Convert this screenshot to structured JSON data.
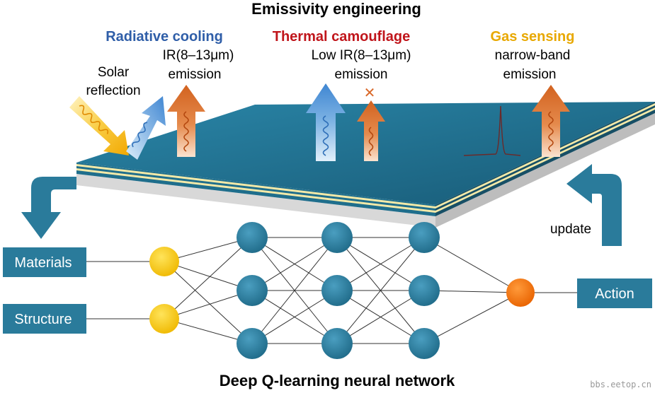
{
  "title": "Emissivity engineering",
  "applications": [
    {
      "heading": "Radiative cooling",
      "color": "#2f5ea8",
      "lines": [
        "IR(8–13μm)",
        "emission"
      ],
      "sub": [
        "Solar",
        "reflection"
      ]
    },
    {
      "heading": "Thermal camouflage",
      "color": "#c0151b",
      "lines": [
        "Low IR(8–13μm)",
        "emission"
      ],
      "mark": "✕"
    },
    {
      "heading": "Gas sensing",
      "color": "#e8a800",
      "lines": [
        "narrow-band",
        "emission"
      ]
    }
  ],
  "inputs": [
    "Materials",
    "Structure"
  ],
  "output": "Action",
  "update_label": "update",
  "network_title": "Deep Q-learning neural network",
  "network": {
    "input_nodes": 2,
    "hidden_layers": 3,
    "hidden_nodes": 3,
    "output_nodes": 1
  },
  "colors": {
    "panel_top": "#1f6e8c",
    "box_fill": "#2a7b9b",
    "input_node": "#f5c400",
    "hidden_node": "#2a7b9b",
    "output_node": "#f07300",
    "arrow_orange": "#d9692a",
    "arrow_blue": "#4a90d9",
    "yellow_arrow": "#f5b400",
    "stripe": "#f3e9a8"
  },
  "watermark": "bbs.eetop.cn"
}
